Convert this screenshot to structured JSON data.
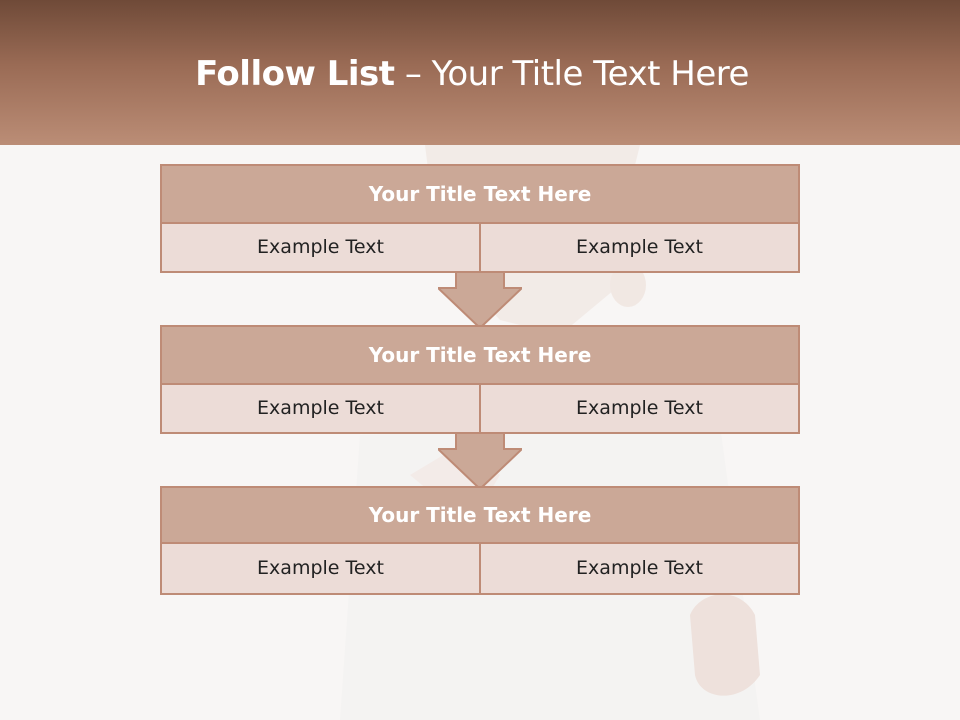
{
  "header": {
    "title_bold": "Follow List",
    "title_rest": " – Your Title Text Here"
  },
  "blocks": [
    {
      "title": "Your Title Text Here",
      "left": "Example Text",
      "right": "Example Text"
    },
    {
      "title": "Your Title Text Here",
      "left": "Example Text",
      "right": "Example Text"
    },
    {
      "title": "Your Title Text Here",
      "left": "Example Text",
      "right": "Example Text"
    }
  ],
  "colors": {
    "header": "#9a6b55",
    "block_title": "#cba897",
    "cell": "#ecdcd7",
    "border": "#be8b76"
  }
}
